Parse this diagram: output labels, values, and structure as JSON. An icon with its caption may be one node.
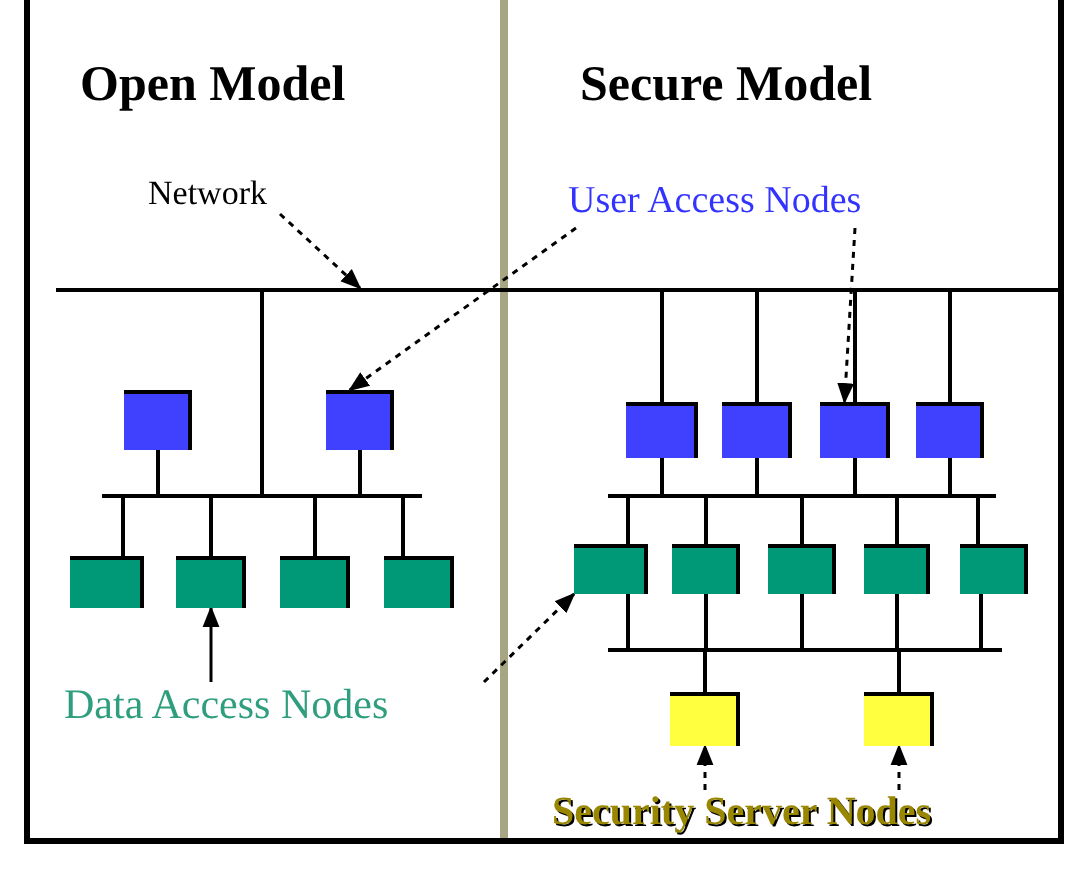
{
  "diagram": {
    "nodes": [
      {
        "text": [
          "Network"
        ]
      },
      {
        "text": [
          "User Access Nodes"
        ]
      },
      {
        "text": [],
        "shape": "line"
      },
      {
        "text": [],
        "shape": "box"
      },
      {
        "text": [],
        "shape": "box"
      },
      {
        "text": [],
        "shape": "box"
      },
      {
        "text": [],
        "shape": "box"
      },
      {
        "text": [],
        "shape": "box"
      },
      {
        "text": [],
        "shape": "box"
      },
      {
        "text": [],
        "shape": "line"
      },
      {
        "text": [],
        "shape": "box"
      },
      {
        "text": [],
        "shape": "box"
      },
      {
        "text": [],
        "shape": "box"
      },
      {
        "text": [],
        "shape": "box"
      },
      {
        "text": [],
        "shape": "line"
      },
      {
        "text": [],
        "shape": "box"
      },
      {
        "text": [],
        "shape": "box"
      },
      {
        "text": [],
        "shape": "box"
      },
      {
        "text": [],
        "shape": "box"
      },
      {
        "text": [],
        "shape": "box"
      },
      {
        "text": [],
        "shape": "line"
      },
      {
        "text": [],
        "shape": "box"
      },
      {
        "text": [],
        "shape": "box"
      },
      {
        "text": [
          "Data Access Nodes"
        ]
      },
      {
        "text": [
          "Security Server Nodes"
        ]
      }
    ],
    "edges": [
      {
        "from": 0,
        "to": 2,
        "arrow": "to",
        "style": "dashed"
      },
      {
        "from": 1,
        "to": 4,
        "arrow": "to",
        "style": "dashed"
      },
      {
        "from": 1,
        "to": 7,
        "arrow": "to",
        "style": "dashed"
      },
      {
        "from": 2,
        "to": 9,
        "arrow": "none"
      },
      {
        "from": 3,
        "to": 9,
        "arrow": "none"
      },
      {
        "from": 4,
        "to": 9,
        "arrow": "none"
      },
      {
        "from": 9,
        "to": 10,
        "arrow": "none"
      },
      {
        "from": 9,
        "to": 11,
        "arrow": "none"
      },
      {
        "from": 9,
        "to": 12,
        "arrow": "none"
      },
      {
        "from": 9,
        "to": 13,
        "arrow": "none"
      },
      {
        "from": 2,
        "to": 5,
        "arrow": "none"
      },
      {
        "from": 2,
        "to": 6,
        "arrow": "none"
      },
      {
        "from": 2,
        "to": 7,
        "arrow": "none"
      },
      {
        "from": 2,
        "to": 8,
        "arrow": "none"
      },
      {
        "from": 5,
        "to": 14,
        "arrow": "none"
      },
      {
        "from": 6,
        "to": 14,
        "arrow": "none"
      },
      {
        "from": 7,
        "to": 14,
        "arrow": "none"
      },
      {
        "from": 8,
        "to": 14,
        "arrow": "none"
      },
      {
        "from": 14,
        "to": 15,
        "arrow": "none"
      },
      {
        "from": 14,
        "to": 16,
        "arrow": "none"
      },
      {
        "from": 14,
        "to": 17,
        "arrow": "none"
      },
      {
        "from": 14,
        "to": 18,
        "arrow": "none"
      },
      {
        "from": 14,
        "to": 19,
        "arrow": "none"
      },
      {
        "from": 15,
        "to": 20,
        "arrow": "none"
      },
      {
        "from": 16,
        "to": 20,
        "arrow": "none"
      },
      {
        "from": 17,
        "to": 20,
        "arrow": "none"
      },
      {
        "from": 18,
        "to": 20,
        "arrow": "none"
      },
      {
        "from": 19,
        "to": 20,
        "arrow": "none"
      },
      {
        "from": 20,
        "to": 21,
        "arrow": "none"
      },
      {
        "from": 20,
        "to": 22,
        "arrow": "none"
      },
      {
        "from": 23,
        "to": 11,
        "arrow": "to"
      },
      {
        "from": 23,
        "to": 15,
        "arrow": "to",
        "style": "dashed"
      },
      {
        "from": 24,
        "to": 21,
        "arrow": "to",
        "style": "dashed"
      },
      {
        "from": 24,
        "to": 22,
        "arrow": "to",
        "style": "dashed"
      }
    ],
    "labels": [
      "Open Model",
      "Secure Model"
    ]
  }
}
